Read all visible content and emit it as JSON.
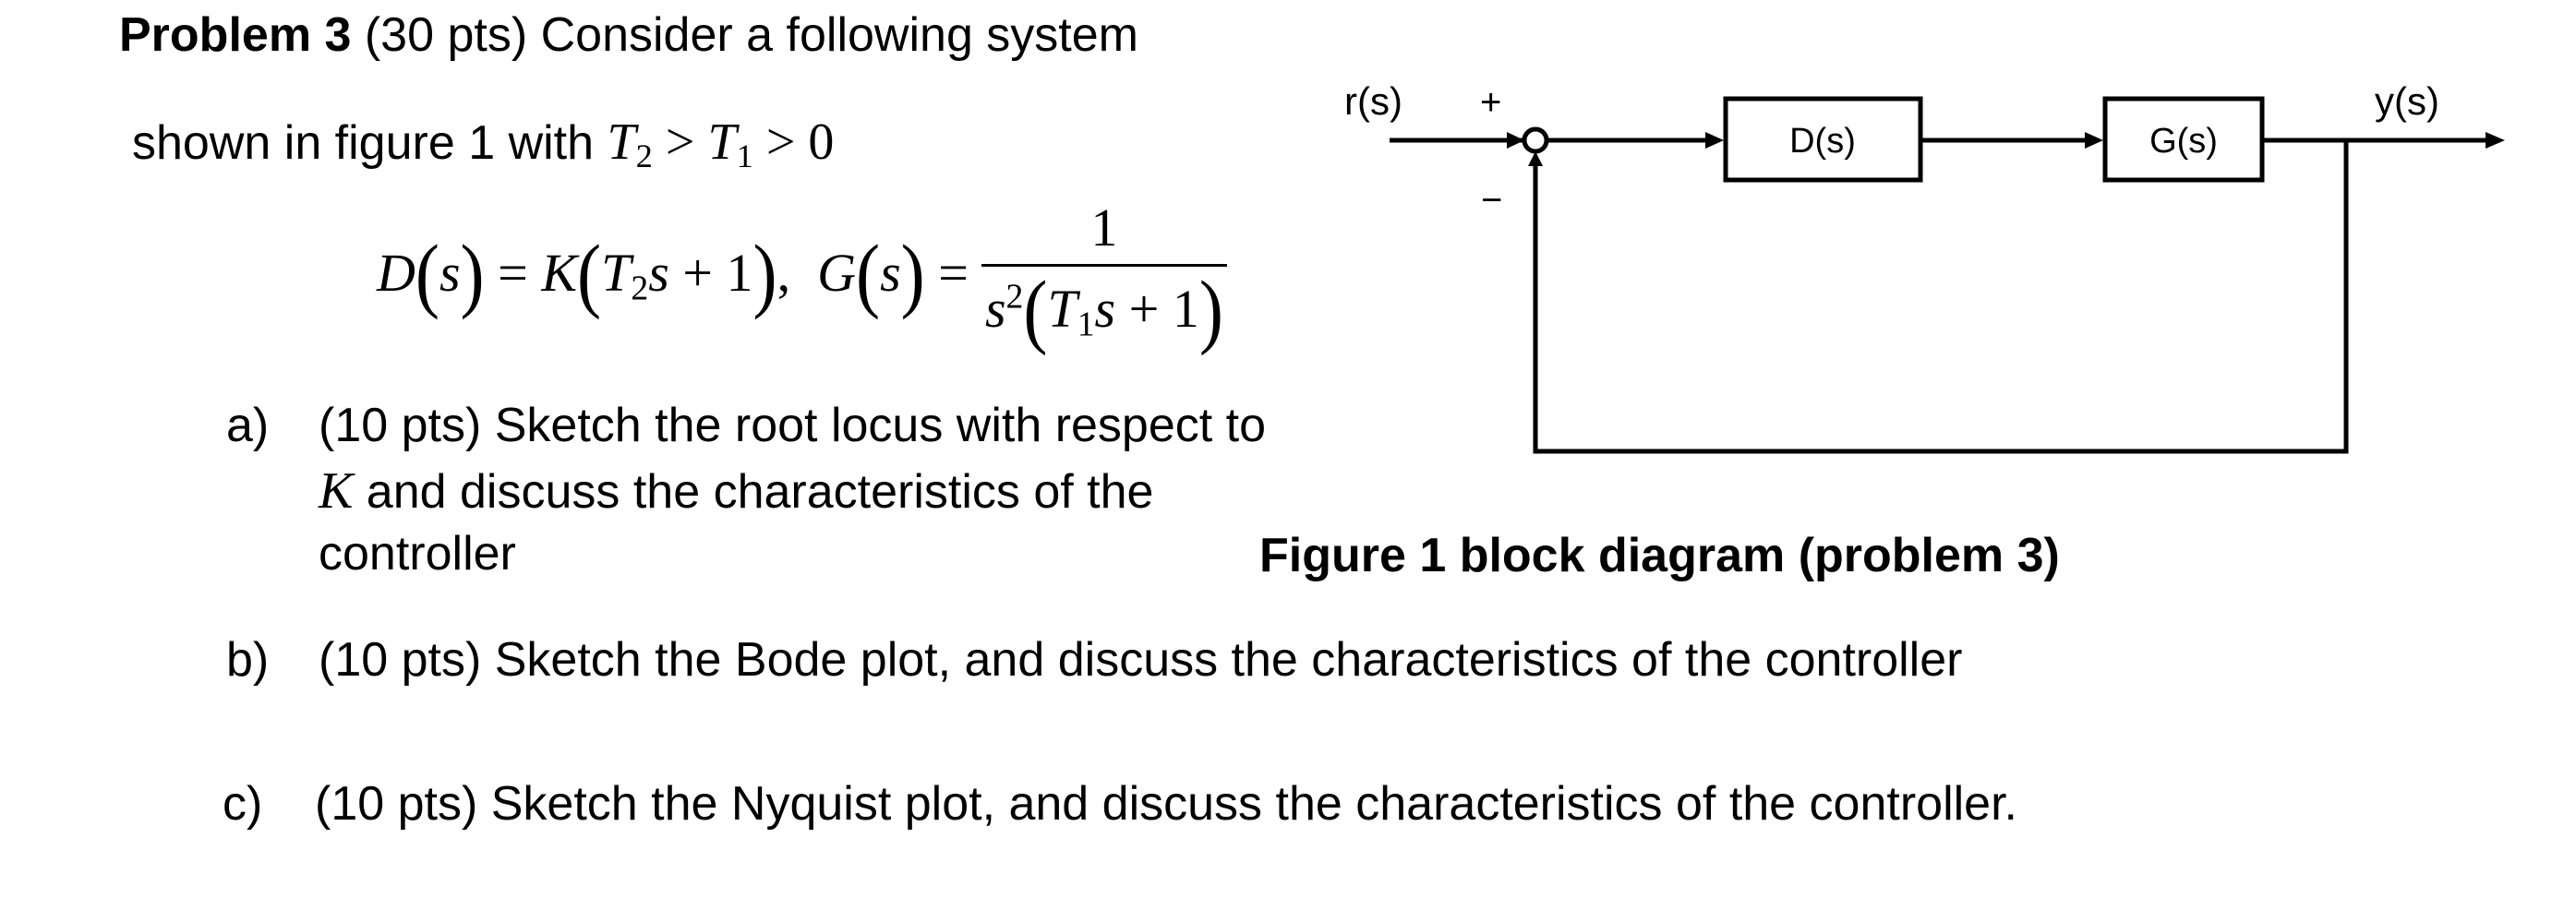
{
  "problem": {
    "heading_bold": "Problem 3",
    "heading_rest": " (30 pts) Consider a following system",
    "line2_text": "shown in figure 1 with ",
    "condition": {
      "t2": "T",
      "t2_sub": "2",
      "gt1": " > ",
      "t1": "T",
      "t1_sub": "1",
      "gt2": " > ",
      "zero": "0"
    }
  },
  "equation": {
    "d_lhs": "D",
    "s": "s",
    "eq": " = ",
    "k": "K",
    "t2": "T",
    "t2_sub": "2",
    "plus_one": " + 1",
    "comma": ",",
    "g_lhs": "G",
    "numerator": "1",
    "den_s": "s",
    "den_pow": "2",
    "t1": "T",
    "t1_sub": "1"
  },
  "parts": [
    {
      "label": "a)",
      "line1": "(10 pts) Sketch the root locus with respect to",
      "line2_var": "K",
      "line2_rest": " and discuss the characteristics of the",
      "line3": "controller"
    },
    {
      "label": "b)",
      "line1": "(10 pts) Sketch the Bode plot, and discuss the characteristics of the controller"
    },
    {
      "label": "c)",
      "line1": "(10 pts) Sketch the Nyquist plot, and discuss the characteristics of the controller."
    }
  ],
  "figure": {
    "caption": "Figure 1 block diagram (problem 3)",
    "input_label": "r(s)",
    "output_label": "y(s)",
    "plus_sign": "+",
    "minus_sign": "−",
    "block1_label": "D(s)",
    "block2_label": "G(s)"
  }
}
